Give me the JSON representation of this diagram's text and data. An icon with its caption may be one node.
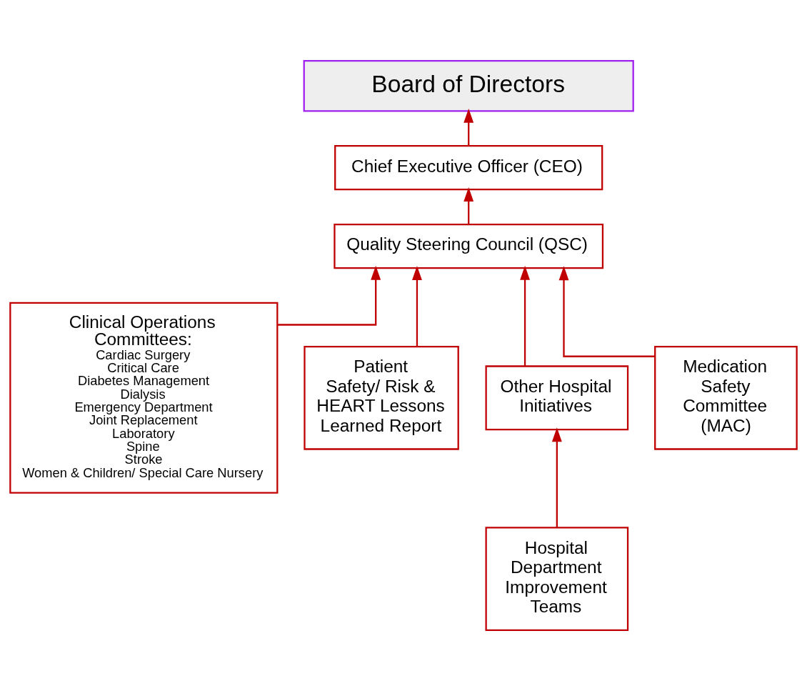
{
  "diagram": {
    "nodes": [
      {
        "text": [
          "Board of Directors"
        ]
      },
      {
        "text": [
          "Chief Executive Officer (CEO)"
        ]
      },
      {
        "text": [
          "Quality Steering Council (QSC)"
        ]
      },
      {
        "text": [
          "Clinical Operations Committees:",
          "Cardiac Surgery",
          "Critical Care",
          "Diabetes Management",
          "Dialysis",
          "Emergency Department",
          "Joint Replacement",
          "Laboratory",
          "Spine",
          "Stroke",
          "Women & Children/ Special Care Nursery"
        ]
      },
      {
        "text": [
          "Patient Safety/ Risk & HEART Lessons Learned Report"
        ]
      },
      {
        "text": [
          "Other Hospital Initiatives"
        ]
      },
      {
        "text": [
          "Medication Safety Committee (MAC)"
        ]
      },
      {
        "text": [
          "Hospital Department Improvement Teams"
        ]
      }
    ],
    "edges": [
      {
        "from": 1,
        "to": 0,
        "arrow": "to"
      },
      {
        "from": 2,
        "to": 1,
        "arrow": "to"
      },
      {
        "from": 3,
        "to": 2,
        "arrow": "to"
      },
      {
        "from": 4,
        "to": 2,
        "arrow": "to"
      },
      {
        "from": 5,
        "to": 2,
        "arrow": "to"
      },
      {
        "from": 6,
        "to": 2,
        "arrow": "to"
      },
      {
        "from": 7,
        "to": 5,
        "arrow": "to"
      }
    ]
  }
}
